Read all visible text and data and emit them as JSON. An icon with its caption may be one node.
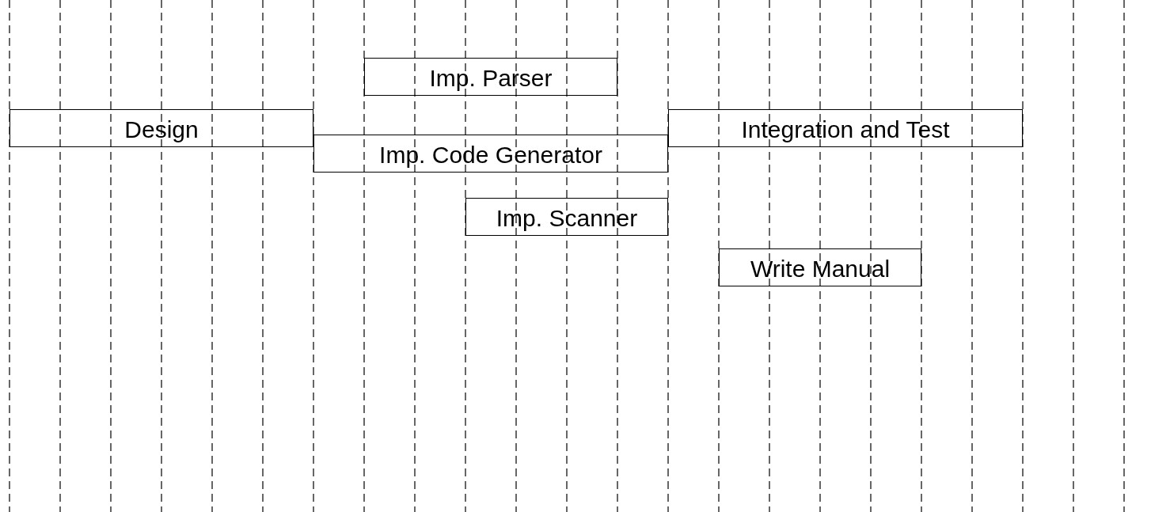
{
  "diagram": {
    "nodes": [
      {
        "text": [
          "Imp. Parser"
        ]
      },
      {
        "text": [
          "Design"
        ]
      },
      {
        "text": [
          "Integration and Test"
        ]
      },
      {
        "text": [
          "Imp. Code Generator"
        ]
      },
      {
        "text": [
          "Imp. Scanner"
        ]
      },
      {
        "text": [
          "Write Manual"
        ]
      }
    ]
  }
}
